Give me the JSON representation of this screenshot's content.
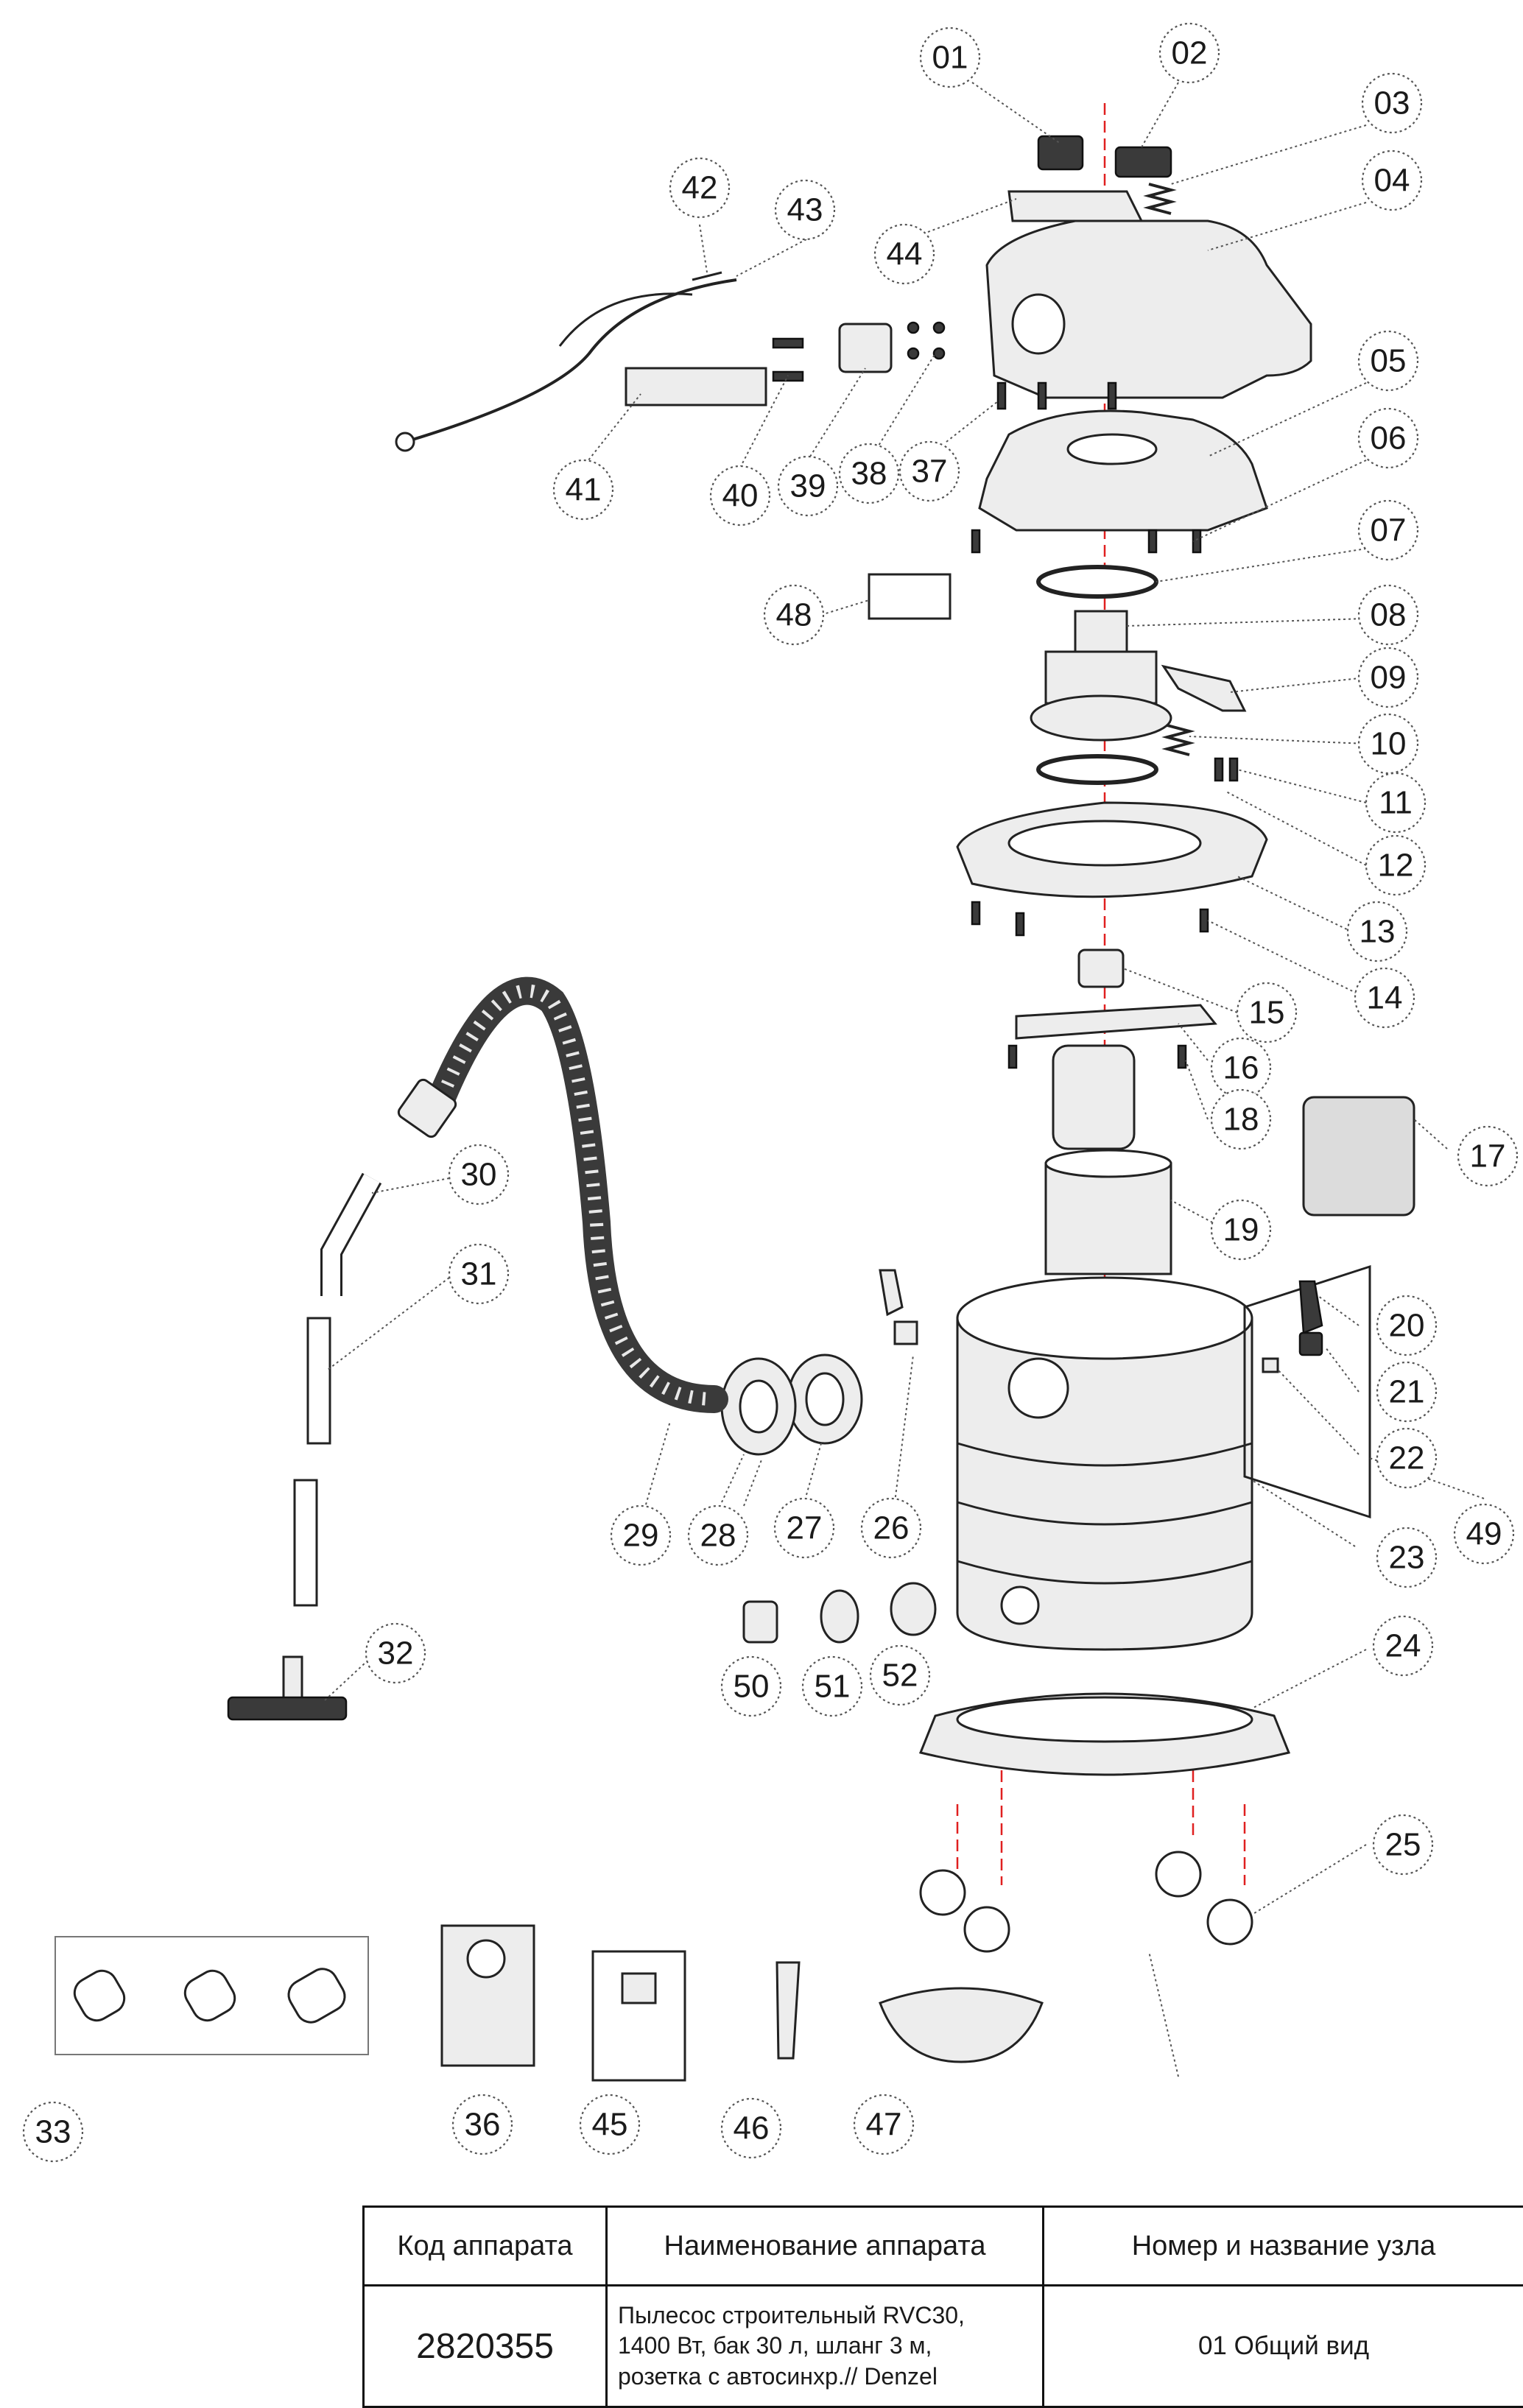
{
  "callouts": [
    "01",
    "02",
    "03",
    "04",
    "05",
    "06",
    "07",
    "08",
    "09",
    "10",
    "11",
    "12",
    "13",
    "14",
    "15",
    "16",
    "17",
    "18",
    "19",
    "20",
    "21",
    "22",
    "23",
    "24",
    "25",
    "26",
    "27",
    "28",
    "29",
    "30",
    "31",
    "32",
    "33",
    "36",
    "37",
    "38",
    "39",
    "40",
    "41",
    "42",
    "43",
    "44",
    "45",
    "46",
    "47",
    "48",
    "49",
    "50",
    "51",
    "52"
  ],
  "table": {
    "headers": [
      "Код аппарата",
      "Наименование аппарата",
      "Номер и название узла"
    ],
    "code": "2820355",
    "name_lines": [
      "Пылесос строительный RVC30,",
      "1400 Вт, бак 30 л, шланг 3 м,",
      "розетка с автосинхр.// Denzel"
    ],
    "node": "01 Общий вид"
  }
}
